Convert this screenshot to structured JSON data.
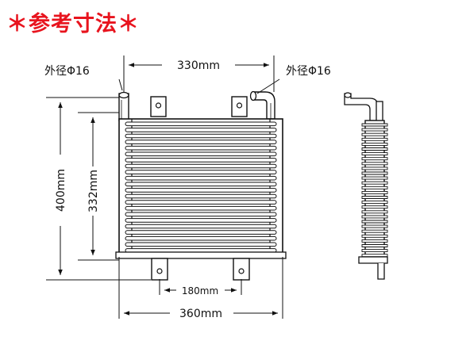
{
  "title": "＊参考寸法＊",
  "accent_color": "#e8141e",
  "dimensions": {
    "inlet_left": "外径Φ16",
    "inlet_right": "外径Φ16",
    "port_spacing": "330mm",
    "overall_height": "400mm",
    "core_height": "332mm",
    "mount_spacing": "180mm",
    "overall_width": "360mm"
  },
  "views": [
    "front-view",
    "side-view"
  ]
}
